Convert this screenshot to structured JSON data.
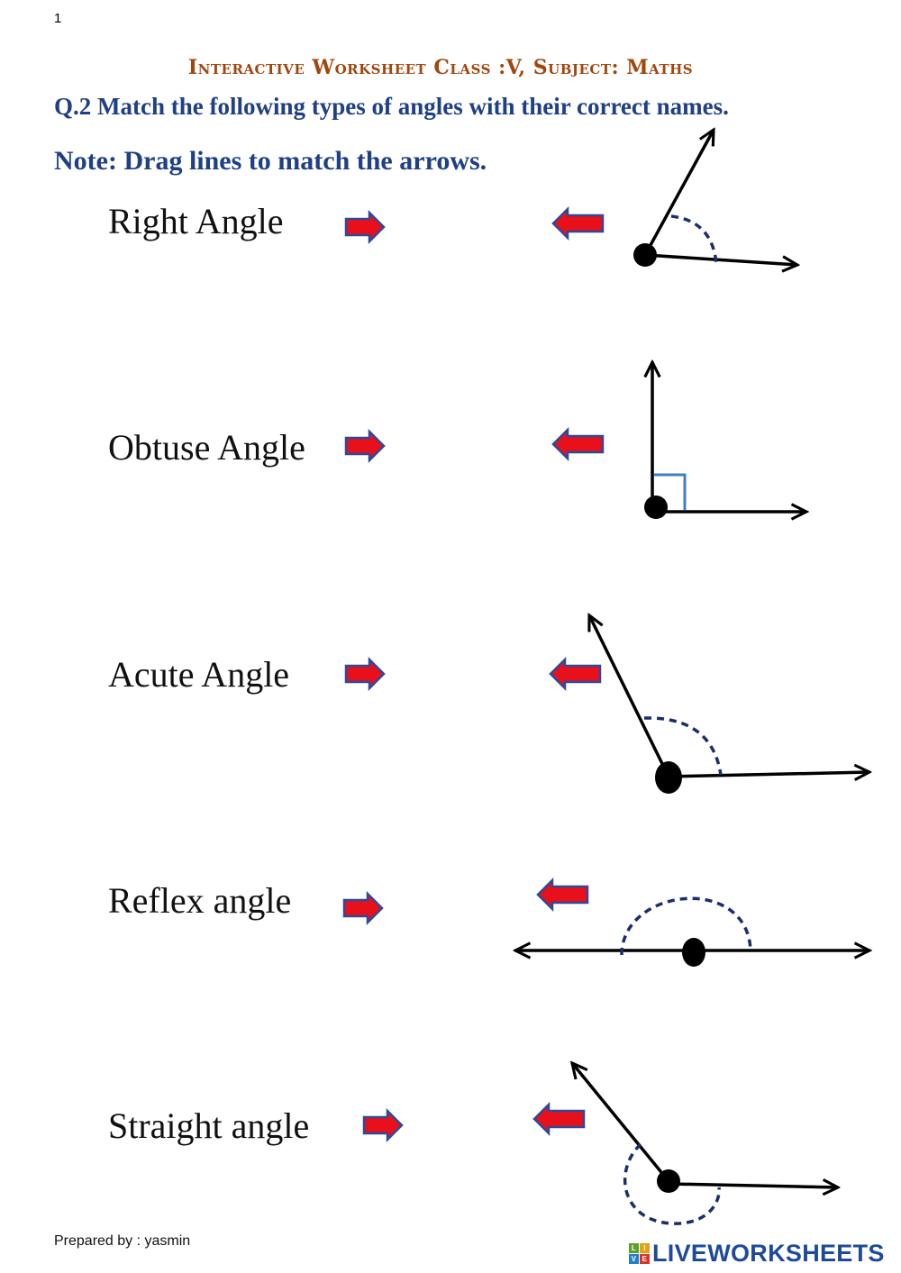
{
  "page_number": "1",
  "title": "Interactive Worksheet Class :V, Subject: Maths",
  "question": "Q.2 Match the following types of angles with their correct names.",
  "note": "Note: Drag lines to match the arrows.",
  "angle_names": [
    "Right Angle",
    "Obtuse Angle",
    "Acute Angle",
    "Reflex angle",
    "Straight angle"
  ],
  "figures": [
    "acute",
    "right",
    "obtuse",
    "straight",
    "reflex"
  ],
  "footer": "Prepared by : yasmin",
  "brand": "LIVEWORKSHEETS",
  "brand_logo_letters": [
    "L",
    "I",
    "V",
    "E"
  ],
  "colors": {
    "title": "#a0470f",
    "question_text": "#1f3f86",
    "arrow_fill": "#e8101a",
    "arrow_outline": "#2d4a9a",
    "right_angle_marker": "#3f7fbf",
    "dashed_arc": "#1a2f6a",
    "brand": "#1f4a9c"
  }
}
